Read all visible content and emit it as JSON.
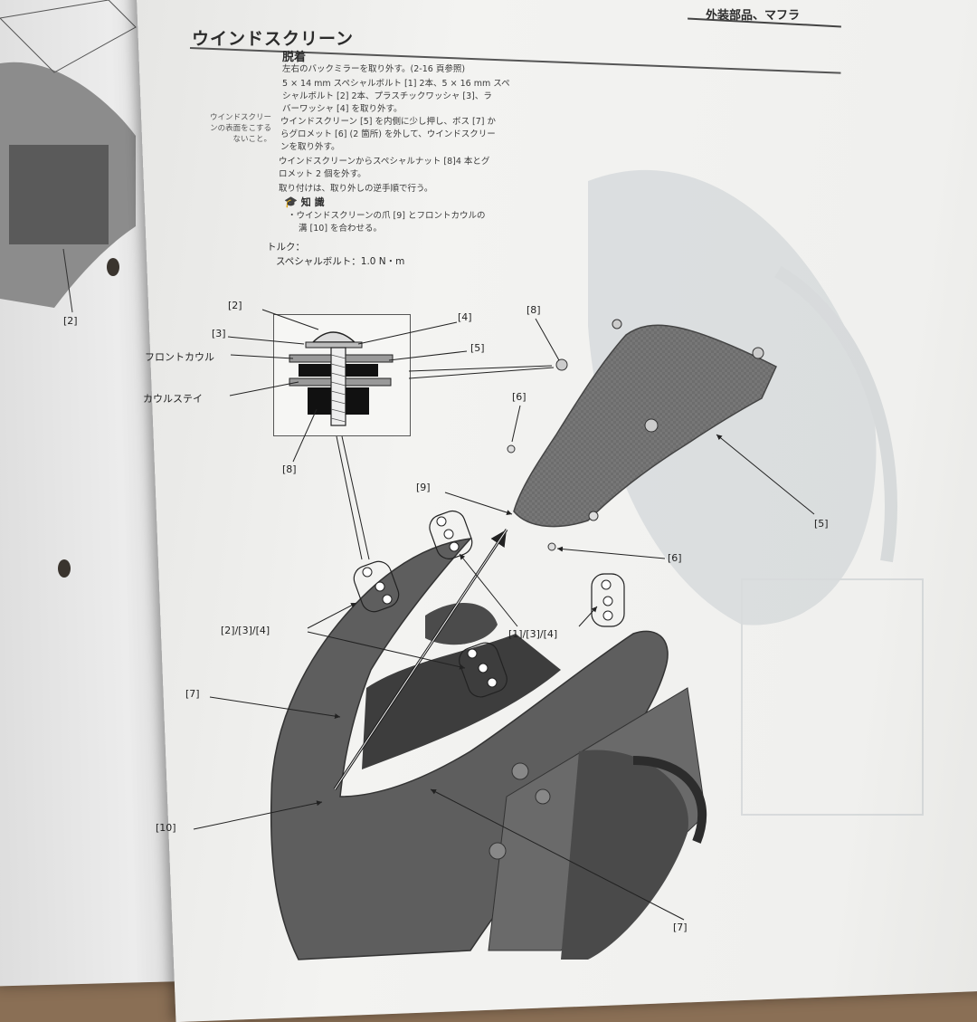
{
  "header": {
    "chapter": "外装部品、マフラ"
  },
  "section": {
    "title": "ウインドスクリーン",
    "subtitle": "脱着",
    "steps": [
      "左右のバックミラーを取り外す。(2-16 頁参照)",
      "5 × 14 mm スペシャルボルト [1] 2本、5 × 16 mm スペ",
      "シャルボルト [2] 2本、プラスチックワッシャ [3]、ラ",
      "バーワッシャ [4] を取り外す。",
      "ウインドスクリーン [5] を内側に少し押し、ボス [7] か",
      "らグロメット [6] (2 箇所) を外して、ウインドスクリー",
      "ンを取り外す。",
      "ウインドスクリーンからスペシャルナット [8]4 本とグ",
      "ロメット 2 個を外す。",
      "取り付けは、取り外しの逆手順で行う。"
    ],
    "side_note": [
      "ウインドスクリー",
      "ンの表面をこする",
      "ないこと。"
    ],
    "note_title": "知 識",
    "note_lines": [
      "・ウインドスクリーンの爪 [9] とフロントカウルの",
      "溝 [10] を合わせる。"
    ],
    "torque_label": "トルク：",
    "torque_value": "スペシャルボルト：1.0 N・m"
  },
  "detail": {
    "labels": {
      "l2": "[2]",
      "l3": "[3]",
      "l4": "[4]",
      "l5": "[5]",
      "l8": "[8]",
      "front_cowl": "フロントカウル",
      "cowl_stay": "カウルステイ"
    }
  },
  "callouts": {
    "c8": "[8]",
    "c6a": "[6]",
    "c9": "[9]",
    "c5": "[5]",
    "c6b": "[6]",
    "c234": "[2]/[3]/[4]",
    "c134": "[1]/[3]/[4]",
    "c7a": "[7]",
    "c10": "[10]",
    "c7b": "[7]",
    "c2left": "[2]"
  }
}
